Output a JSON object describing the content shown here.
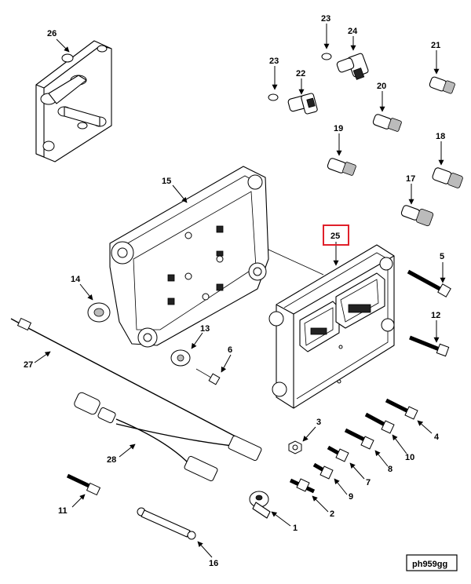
{
  "diagram": {
    "callouts": [
      "1",
      "2",
      "3",
      "4",
      "5",
      "6",
      "7",
      "8",
      "9",
      "10",
      "11",
      "12",
      "13",
      "14",
      "15",
      "16",
      "17",
      "18",
      "19",
      "20",
      "21",
      "22",
      "23",
      "23",
      "24",
      "25",
      "26",
      "27",
      "28"
    ],
    "highlighted_callout": "25",
    "highlight_color": "#e0202a",
    "reference_code": "ph959gg"
  }
}
